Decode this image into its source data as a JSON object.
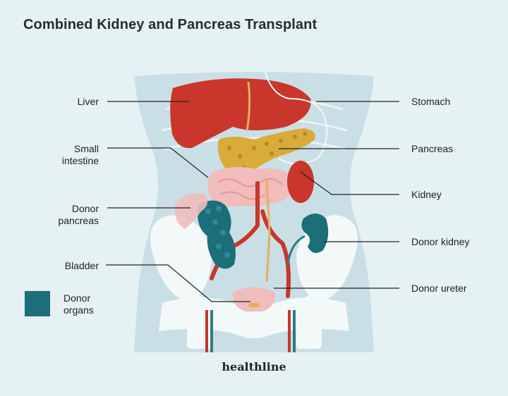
{
  "title": "Combined Kidney and Pancreas Transplant",
  "labels": {
    "liver": "Liver",
    "small_intestine_1": "Small",
    "small_intestine_2": "intestine",
    "donor_pancreas_1": "Donor",
    "donor_pancreas_2": "pancreas",
    "bladder": "Bladder",
    "stomach": "Stomach",
    "pancreas": "Pancreas",
    "kidney": "Kidney",
    "donor_kidney": "Donor kidney",
    "donor_ureter": "Donor ureter"
  },
  "legend": {
    "label_1": "Donor",
    "label_2": "organs",
    "color": "#1c6e78"
  },
  "brand": "healthline",
  "colors": {
    "background": "#e6f1f4",
    "body": "#c9dfe5",
    "bone": "#f3f8f9",
    "liver": "#c9362b",
    "pancreas": "#d8ab3a",
    "intestine": "#f0bcbc",
    "donor_organ": "#1c6e78",
    "vessel": "#c9362b",
    "leader_line": "#222222"
  }
}
